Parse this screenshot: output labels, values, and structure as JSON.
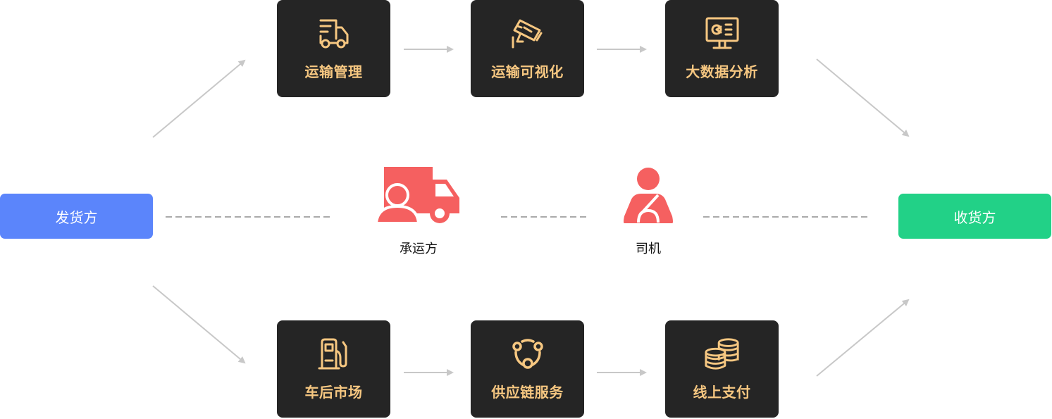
{
  "colors": {
    "box_bg": "#252525",
    "box_text": "#f6c781",
    "shipper": "#5b85fb",
    "receiver": "#22d187",
    "role_icon": "#f56060",
    "connector": "#c8c8c8",
    "dash": "#aaaaaa"
  },
  "shipper": {
    "label": "发货方"
  },
  "receiver": {
    "label": "收货方"
  },
  "top_row": [
    {
      "label": "运输管理",
      "icon": "delivery-truck-icon"
    },
    {
      "label": "运输可视化",
      "icon": "surveillance-camera-icon"
    },
    {
      "label": "大数据分析",
      "icon": "monitor-chart-icon"
    }
  ],
  "bottom_row": [
    {
      "label": "车后市场",
      "icon": "fuel-pump-icon"
    },
    {
      "label": "供应链服务",
      "icon": "network-nodes-icon"
    },
    {
      "label": "线上支付",
      "icon": "coin-stacks-icon"
    }
  ],
  "roles": [
    {
      "label": "承运方",
      "icon": "carrier-truck-person-icon"
    },
    {
      "label": "司机",
      "icon": "driver-steering-icon"
    }
  ]
}
